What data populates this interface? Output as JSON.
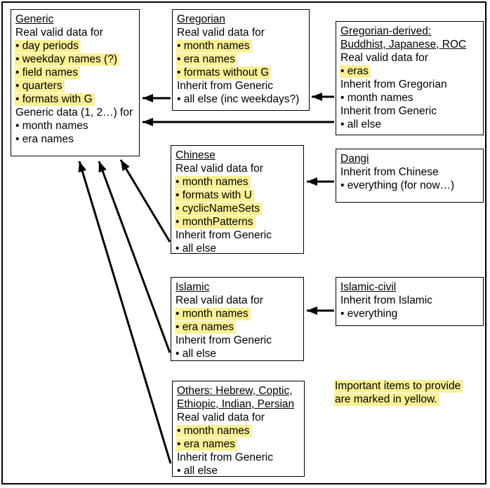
{
  "colors": {
    "highlight": "#FBF194",
    "line": "#000000",
    "background": "#FFFFFF"
  },
  "boxes": {
    "generic": {
      "lines": [
        "Generic",
        "Real valid data for",
        "• day periods",
        "• weekday names (?)",
        "• field names",
        "• quarters",
        "• formats with G",
        "Generic data (1, 2…) for",
        "• month names",
        "• era names"
      ]
    },
    "gregorian": {
      "lines": [
        "Gregorian",
        "Real valid data for",
        "• month names",
        "• era names",
        "• formats without G",
        "Inherit from Generic",
        "• all else (inc weekdays?)"
      ]
    },
    "gregorian_derived": {
      "lines": [
        "Gregorian-derived:",
        "Buddhist, Japanese, ROC",
        "Real valid data for",
        "• eras",
        "Inherit from Gregorian",
        "• month names",
        "Inherit from Generic",
        "• all else"
      ]
    },
    "chinese": {
      "lines": [
        "Chinese",
        "Real valid data for",
        "• month names",
        "• formats with U",
        "• cyclicNameSets",
        "• monthPatterns",
        "Inherit from Generic",
        "• all else"
      ]
    },
    "dangi": {
      "lines": [
        "Dangi",
        "Inherit from Chinese",
        "• everything (for now…)"
      ]
    },
    "islamic": {
      "lines": [
        "Islamic",
        "Real valid data for",
        "• month names",
        "• era names",
        "Inherit from Generic",
        "• all else"
      ]
    },
    "islamic_civil": {
      "lines": [
        "Islamic-civil",
        "Inherit from Islamic",
        "• everything"
      ]
    },
    "others": {
      "lines": [
        "Others: Hebrew, Coptic,",
        "Ethiopic, Indian, Persian",
        "Real valid data for",
        "• month names",
        "• era names",
        "Inherit from Generic",
        "• all else"
      ]
    }
  },
  "note": {
    "lines": [
      "Important items to provide",
      "are marked in yellow."
    ]
  },
  "arrows": [
    {
      "from": "gregorian",
      "to": "generic",
      "meaning": "all else (inc weekdays?)"
    },
    {
      "from": "gregorian_derived",
      "to": "gregorian",
      "meaning": "month names"
    },
    {
      "from": "gregorian_derived",
      "to": "generic",
      "meaning": "all else"
    },
    {
      "from": "dangi",
      "to": "chinese",
      "meaning": "everything (for now…)"
    },
    {
      "from": "islamic_civil",
      "to": "islamic",
      "meaning": "everything"
    },
    {
      "from": "chinese",
      "to": "generic",
      "meaning": "all else"
    },
    {
      "from": "islamic",
      "to": "generic",
      "meaning": "all else"
    },
    {
      "from": "others",
      "to": "generic",
      "meaning": "all else"
    }
  ]
}
